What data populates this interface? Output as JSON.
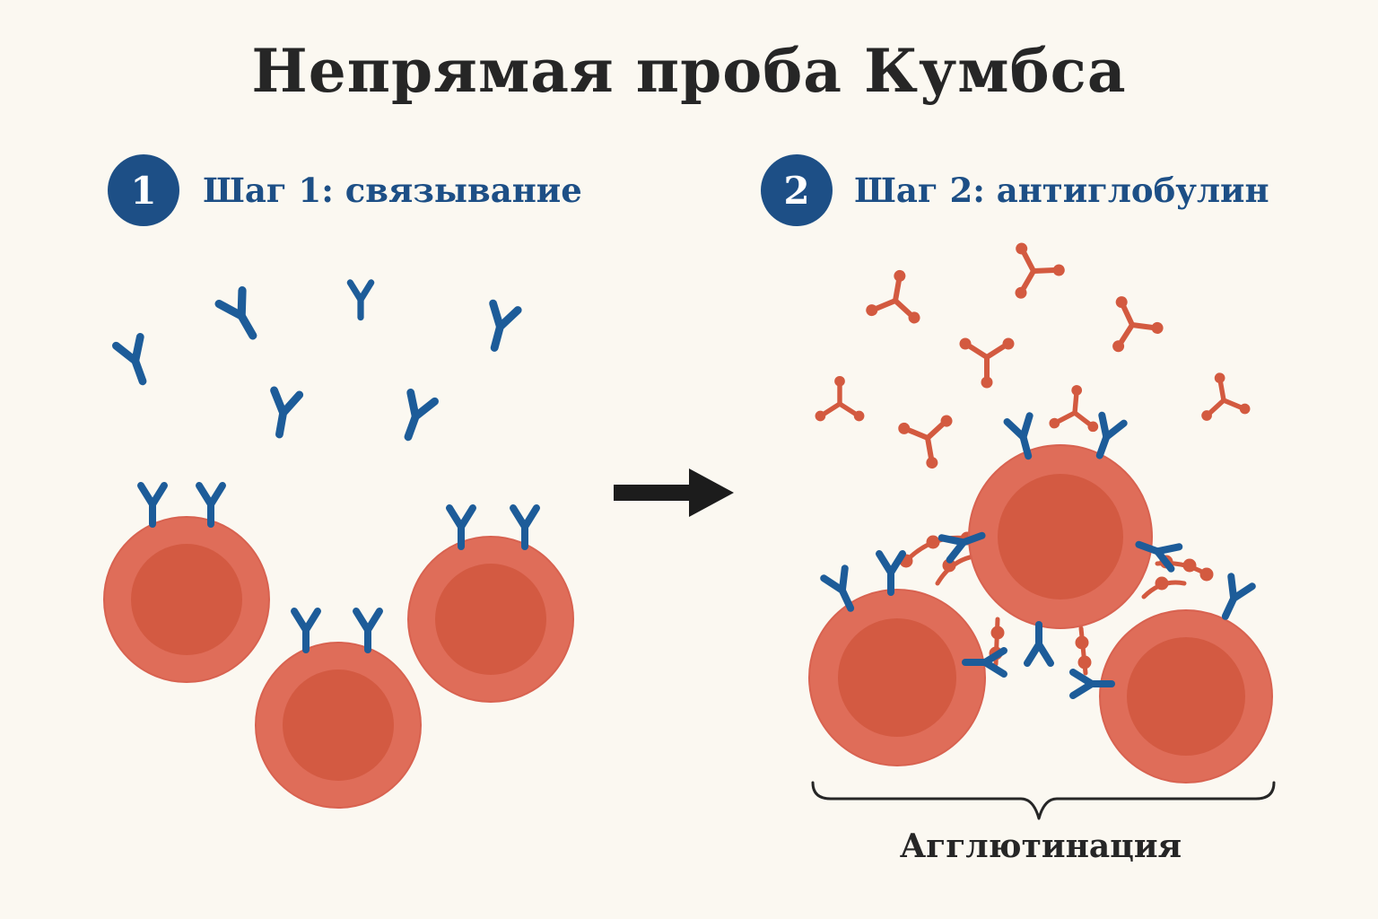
{
  "title": "Непрямая проба Кумбса",
  "steps": [
    {
      "number": "1",
      "label": "Шаг 1: связывание"
    },
    {
      "number": "2",
      "label": "Шаг 2: антиглобулин"
    }
  ],
  "agglutination_label": "Агглютинация",
  "colors": {
    "antibody": "#1d5c99",
    "antiglobulin": "#d35a40",
    "cell_outer": "#df6d59",
    "cell_inner": "#d35a42",
    "badge": "#1d4f86",
    "arrow": "#1c1c1c"
  }
}
